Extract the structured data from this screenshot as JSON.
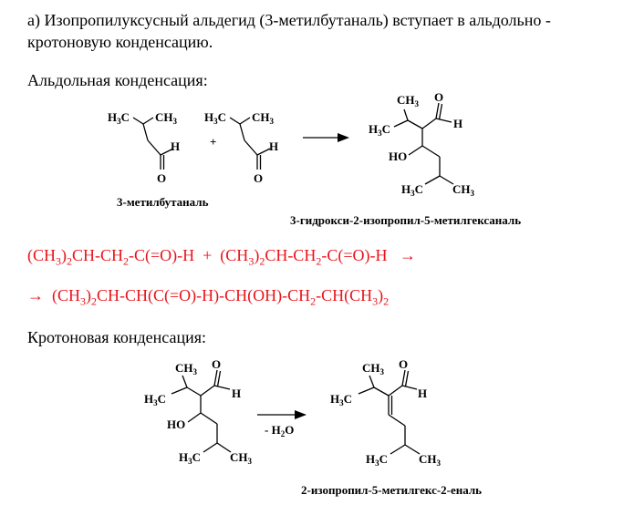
{
  "intro": {
    "line1": "а) Изопропилуксусный альдегид (3-метилбутаналь) вступает в альдольно -",
    "line2": "кротоновую конденсацию."
  },
  "aldol": {
    "heading": "Альдольная конденсация:",
    "reactant_name": "3-метилбутаналь",
    "product_name": "3-гидрокси-2-изопропил-5-метилгексаналь",
    "plus": "+",
    "atoms": {
      "h3c": "H₃C",
      "ch3": "CH₃",
      "ch": "CH₃",
      "o": "O",
      "h": "H",
      "ho": "HO",
      "hc": "H₃C"
    },
    "eq_line1": "(CH₃)₂CH-CH₂-C(=O)-H  +  (CH₃)₂CH-CH₂-C(=O)-H   →",
    "eq_line2": "→  (CH₃)₂CH-CH(C(=O)-H)-CH(OH)-CH₂-CH(CH₃)₂"
  },
  "croton": {
    "heading": "Кротоновая конденсация:",
    "arrow_label": "- H₂O",
    "product_name": "2-изопропил-5-метилгекс-2-еналь"
  },
  "colors": {
    "equation": "#e8141b",
    "text": "#000000"
  }
}
